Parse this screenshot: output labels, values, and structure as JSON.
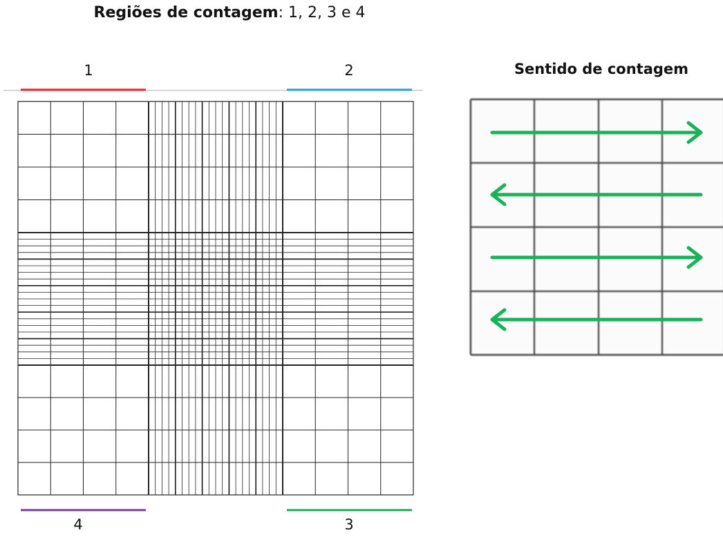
{
  "title": {
    "bold": "Regiões de contagem",
    "rest": ": 1, 2, 3 e 4"
  },
  "regions": [
    {
      "label": "1",
      "color": "#e8262c"
    },
    {
      "label": "2",
      "color": "#29a3df"
    },
    {
      "label": "3",
      "color": "#19a85a"
    },
    {
      "label": "4",
      "color": "#7a3b9a"
    }
  ],
  "counting_direction": {
    "title": "Sentido de contagem",
    "arrow_color": "#19b25a",
    "rows": [
      "right",
      "left",
      "right",
      "left"
    ]
  }
}
